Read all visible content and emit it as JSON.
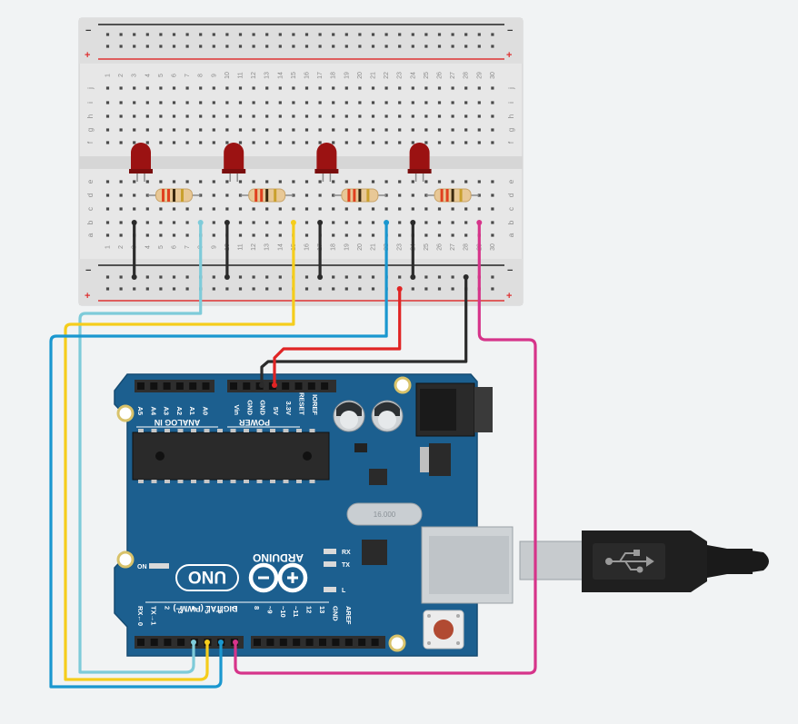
{
  "breadboard": {
    "row_letters_top": [
      "j",
      "i",
      "h",
      "g",
      "f"
    ],
    "row_letters_bottom": [
      "e",
      "d",
      "c",
      "b",
      "a"
    ],
    "columns": 30,
    "rail_signs": {
      "minus": "−",
      "plus": "+"
    }
  },
  "leds": [
    {
      "column": 3,
      "color": "red"
    },
    {
      "column": 10,
      "color": "red"
    },
    {
      "column": 17,
      "color": "red"
    },
    {
      "column": 24,
      "color": "red"
    }
  ],
  "arduino": {
    "brand": "ARDUINO",
    "model": "UNO",
    "on_label": "ON",
    "analog_header": "ANALOG IN",
    "analog_pins": [
      "A5",
      "A4",
      "A3",
      "A2",
      "A1",
      "A0"
    ],
    "power_header": "POWER",
    "power_pins": [
      "Vin",
      "GND",
      "GND",
      "5V",
      "3.3V",
      "RESET",
      "IOREF"
    ],
    "digital_header": "DIGITAL (PWM~)",
    "digital_pins_left": [
      "RX←0",
      "TX→1",
      "2",
      "~3",
      "4",
      "~5",
      "~6",
      "7"
    ],
    "digital_pins_right": [
      "8",
      "~9",
      "~10",
      "~11",
      "12",
      "13",
      "GND",
      "AREF"
    ],
    "indicator_labels": [
      "RX",
      "TX",
      "L"
    ],
    "crystal_label": "16.000"
  },
  "wire_colors": {
    "black": "#2b2b2b",
    "light_blue": "#7ecbd9",
    "yellow": "#f5cd1c",
    "blue": "#1a97cf",
    "red": "#e02424",
    "magenta": "#d6348a"
  },
  "colors": {
    "board_blue": "#1c5f8f",
    "breadboard": "#e6e6e6",
    "led_red": "#9b1212"
  }
}
